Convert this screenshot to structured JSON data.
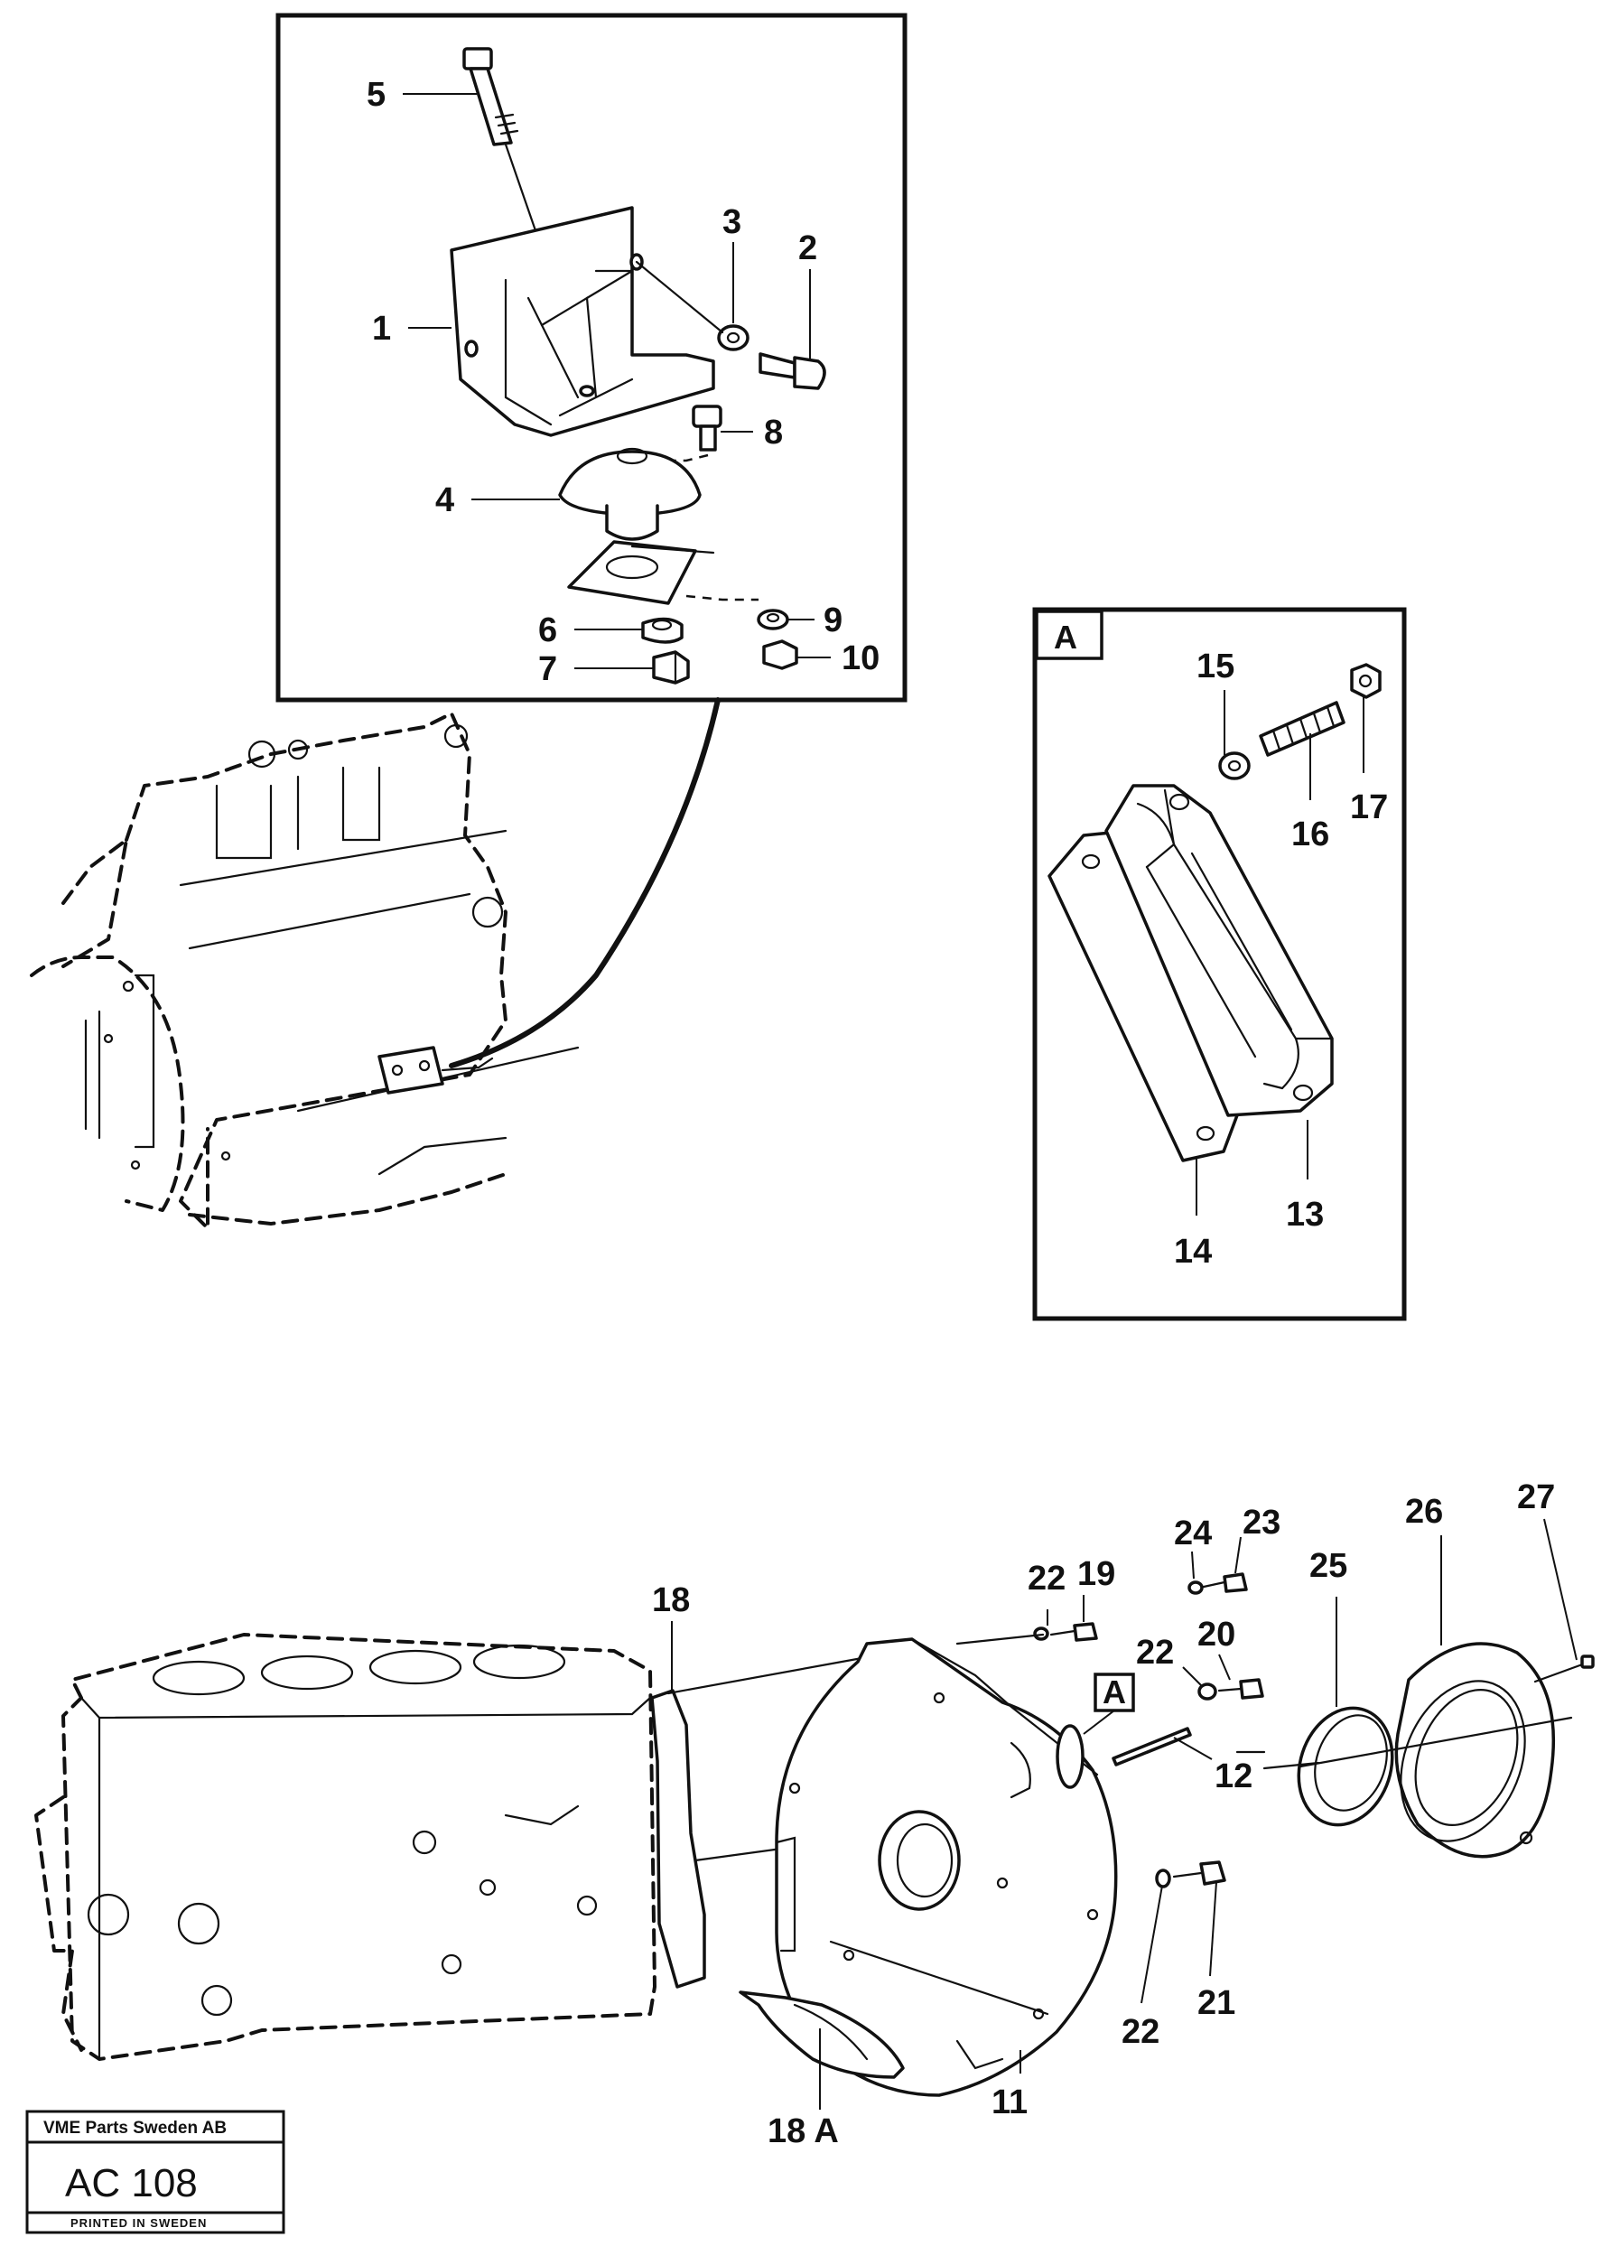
{
  "callouts": {
    "c1": "1",
    "c2": "2",
    "c3": "3",
    "c4": "4",
    "c5": "5",
    "c6": "6",
    "c7": "7",
    "c8": "8",
    "c9": "9",
    "c10": "10",
    "c11": "11",
    "c12": "12",
    "c13": "13",
    "c14": "14",
    "c15": "15",
    "c16": "16",
    "c17": "17",
    "c18": "18",
    "c18a": "18 A",
    "c19": "19",
    "c20": "20",
    "c21": "21",
    "c22a": "22",
    "c22b": "22",
    "c22c": "22",
    "c23": "23",
    "c24": "24",
    "c25": "25",
    "c26": "26",
    "c27": "27"
  },
  "detail_a": {
    "tag": "A"
  },
  "housing_tag": "A",
  "stamp": {
    "company": "VME Parts Sweden AB",
    "code": "AC 108",
    "printed": "PRINTED IN SWEDEN"
  }
}
